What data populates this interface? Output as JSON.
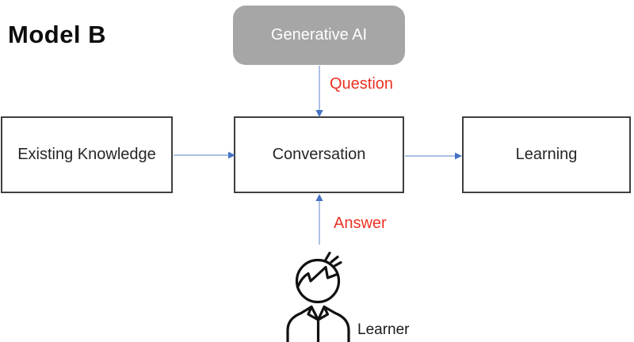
{
  "title": "Model B",
  "nodes": {
    "generative_ai": {
      "label": "Generative AI"
    },
    "existing_knowledge": {
      "label": "Existing Knowledge"
    },
    "conversation": {
      "label": "Conversation"
    },
    "learning": {
      "label": "Learning"
    },
    "learner": {
      "label": "Learner"
    }
  },
  "edges": {
    "question": {
      "label": "Question",
      "from": "generative_ai",
      "to": "conversation"
    },
    "answer": {
      "label": "Answer",
      "from": "learner",
      "to": "conversation"
    },
    "flow_1": {
      "from": "existing_knowledge",
      "to": "conversation"
    },
    "flow_2": {
      "from": "conversation",
      "to": "learning"
    }
  },
  "icons": {
    "learner_icon": "hand-drawn-person-bust"
  },
  "colors": {
    "rounded_node_fill": "#a6a6a6",
    "rounded_node_text": "#ffffff",
    "box_border": "#3f3f3f",
    "box_text": "#262626",
    "edge_label_red": "#ed3224",
    "arrow_line_blue": "#9fb8e0",
    "arrow_head_blue": "#4472c4",
    "title_black": "#0d0d0d"
  }
}
